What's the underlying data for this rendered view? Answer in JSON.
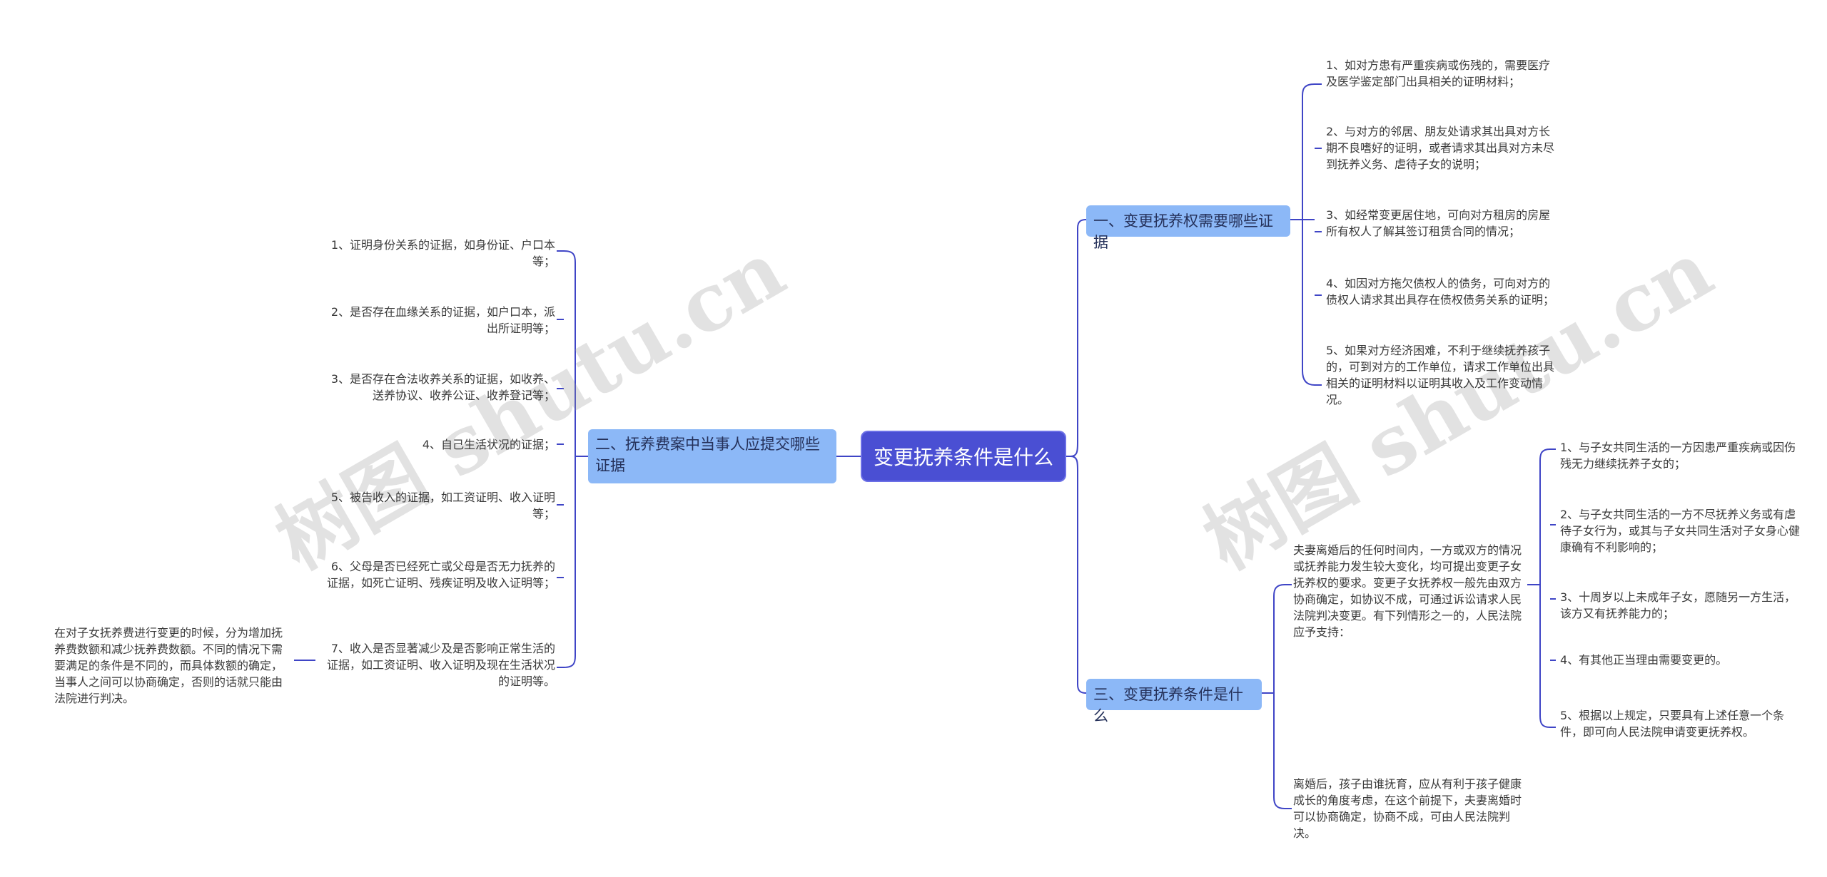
{
  "root": "变更抚养条件是什么",
  "branches": {
    "b1": {
      "label": "一、变更抚养权需要哪些证据",
      "items": [
        "1、如对方患有严重疾病或伤残的，需要医疗及医学鉴定部门出具相关的证明材料；",
        "2、与对方的邻居、朋友处请求其出具对方长期不良嗜好的证明，或者请求其出具对方未尽到抚养义务、虐待子女的说明；",
        "3、如经常变更居住地，可向对方租房的房屋所有权人了解其签订租赁合同的情况；",
        "4、如因对方拖欠债权人的债务，可向对方的债权人请求其出具存在债权债务关系的证明；",
        "5、如果对方经济困难，不利于继续抚养孩子的，可到对方的工作单位，请求工作单位出具相关的证明材料以证明其收入及工作变动情况。"
      ]
    },
    "b2": {
      "label": "二、抚养费案中当事人应提交哪些证据",
      "items": [
        "1、证明身份关系的证据，如身份证、户口本等；",
        "2、是否存在血缘关系的证据，如户口本，派出所证明等；",
        "3、是否存在合法收养关系的证据，如收养、送养协议、收养公证、收养登记等；",
        "4、自己生活状况的证据；",
        "5、被告收入的证据，如工资证明、收入证明等；",
        "6、父母是否已经死亡或父母是否无力抚养的证据，如死亡证明、残疾证明及收入证明等；",
        "7、收入是否显著减少及是否影响正常生活的证据，如工资证明、收入证明及现在生活状况的证明等。"
      ],
      "note": "在对子女抚养费进行变更的时候，分为增加抚养费数额和减少抚养费数额。不同的情况下需要满足的条件是不同的，而具体数额的确定，当事人之间可以协商确定，否则的话就只能由法院进行判决。"
    },
    "b3": {
      "label": "三、变更抚养条件是什么",
      "sub1": "夫妻离婚后的任何时间内，一方或双方的情况或抚养能力发生较大变化，均可提出变更子女抚养权的要求。变更子女抚养权一般先由双方协商确定，如协议不成，可通过诉讼请求人民法院判决变更。有下列情形之一的，人民法院应予支持：",
      "sub1_items": [
        "1、与子女共同生活的一方因患严重疾病或因伤残无力继续抚养子女的；",
        "2、与子女共同生活的一方不尽抚养义务或有虐待子女行为，或其与子女共同生活对子女身心健康确有不利影响的；",
        "3、十周岁以上未成年子女，愿随另一方生活，该方又有抚养能力的；",
        "4、有其他正当理由需要变更的。",
        "5、根据以上规定，只要具有上述任意一个条件，即可向人民法院申请变更抚养权。"
      ],
      "sub2": "离婚后，孩子由谁抚育，应从有利于孩子健康成长的角度考虑，在这个前提下，夫妻离婚时可以协商确定，协商不成，可由人民法院判决。"
    }
  },
  "watermark": "树图 shutu.cn",
  "colors": {
    "root": "#4a4fd3",
    "branch": "#8cb8f7",
    "line": "#3f45c6"
  }
}
